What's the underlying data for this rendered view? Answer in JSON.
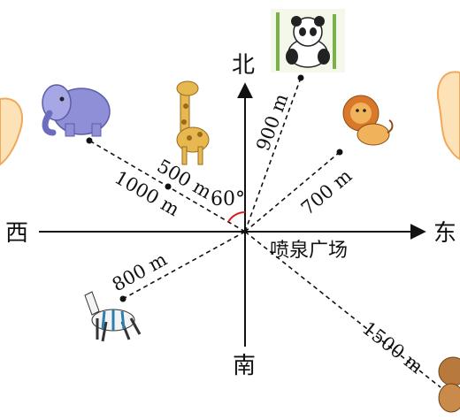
{
  "directions": {
    "north": "北",
    "south": "南",
    "east": "东",
    "west": "西"
  },
  "center_label": "喷泉广场",
  "angle_label": "60°",
  "animals": [
    {
      "name": "elephant",
      "distance": "1000 m"
    },
    {
      "name": "giraffe",
      "distance": "500 m"
    },
    {
      "name": "panda",
      "distance": "900 m"
    },
    {
      "name": "lion",
      "distance": "700 m"
    },
    {
      "name": "zebra",
      "distance": "800 m"
    },
    {
      "name": "monkey",
      "distance": "1500 m"
    }
  ],
  "colors": {
    "line": "#111111",
    "angle_arc": "#d81e1e",
    "decor_fill": "#fde2b8",
    "decor_stroke": "#f0a85a"
  }
}
